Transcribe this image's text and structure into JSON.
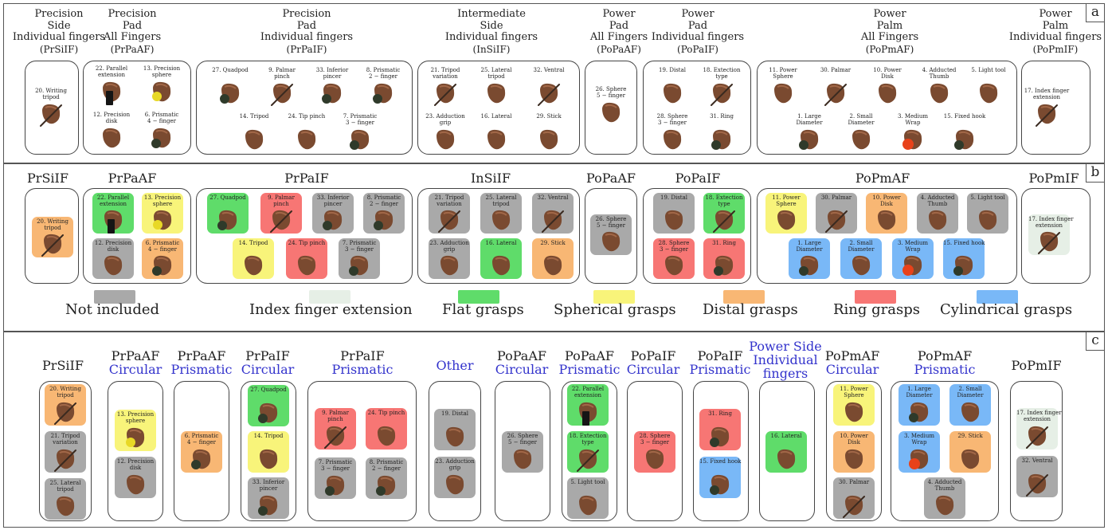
{
  "colors": {
    "not_included": "#a9a9a9",
    "index_ext": "#e6efe6",
    "flat": "#5fdc6a",
    "spherical": "#f8f47a",
    "distal": "#f8b774",
    "ring": "#f77674",
    "cylindrical": "#79b8f7",
    "blue_text": "#3333cc",
    "skin": "#7a4a30",
    "skin_light": "#a26848"
  },
  "panel_tags": {
    "a": "a",
    "b": "b",
    "c": "c"
  },
  "a": {
    "headers": [
      {
        "l1": "Precision",
        "l2": "Side",
        "l3": "Individual fingers",
        "acr": "(PrSiIF)"
      },
      {
        "l1": "Precision",
        "l2": "Pad",
        "l3": "All Fingers",
        "acr": "(PrPaAF)"
      },
      {
        "l1": "Precision",
        "l2": "Pad",
        "l3": "Individual fingers",
        "acr": "(PrPaIF)"
      },
      {
        "l1": "Intermediate",
        "l2": "Side",
        "l3": "Individual fingers",
        "acr": "(InSiIF)"
      },
      {
        "l1": "Power",
        "l2": "Pad",
        "l3": "All Fingers",
        "acr": "(PoPaAF)"
      },
      {
        "l1": "Power",
        "l2": "Pad",
        "l3": "Individual fingers",
        "acr": "(PoPaIF)"
      },
      {
        "l1": "Power",
        "l2": "Palm",
        "l3": "All Fingers",
        "acr": "(PoPmAF)"
      },
      {
        "l1": "Power",
        "l2": "Palm",
        "l3": "Individual  fingers",
        "acr": "(PoPmIF)"
      }
    ]
  },
  "b": {
    "headers": [
      "PrSiIF",
      "PrPaAF",
      "PrPaIF",
      "InSiIF",
      "PoPaAF",
      "PoPaIF",
      "PoPmAF",
      "PoPmIF"
    ],
    "legend": [
      {
        "label": "Not included",
        "color": "not_included"
      },
      {
        "label": "Index finger extension",
        "color": "index_ext"
      },
      {
        "label": "Flat grasps",
        "color": "flat"
      },
      {
        "label": "Spherical grasps",
        "color": "spherical"
      },
      {
        "label": "Distal grasps",
        "color": "distal"
      },
      {
        "label": "Ring grasps",
        "color": "ring"
      },
      {
        "label": "Cylindrical grasps",
        "color": "cylindrical"
      }
    ]
  },
  "c": {
    "headers": [
      {
        "l1": "PrSiIF",
        "l2": ""
      },
      {
        "l1": "PrPaAF",
        "l2": "Circular"
      },
      {
        "l1": "PrPaAF",
        "l2": "Prismatic"
      },
      {
        "l1": "PrPaIF",
        "l2": "Circular"
      },
      {
        "l1": "PrPaIF",
        "l2": "Prismatic"
      },
      {
        "l1": "",
        "l2": "Other"
      },
      {
        "l1": "PoPaAF",
        "l2": "Circular"
      },
      {
        "l1": "PoPaAF",
        "l2": "Prismatic"
      },
      {
        "l1": "PoPaIF",
        "l2": "Circular"
      },
      {
        "l1": "PoPaIF",
        "l2": "Prismatic"
      },
      {
        "l1": "",
        "l2": "Power Side\nIndividual\nfingers"
      },
      {
        "l1": "PoPmAF",
        "l2": "Circular"
      },
      {
        "l1": "PoPmAF",
        "l2": "Prismatic"
      },
      {
        "l1": "PoPmIF",
        "l2": ""
      }
    ]
  },
  "grasps": {
    "g1": "1. Large\nDiameter",
    "g2": "2. Small\nDiameter",
    "g3": "3. Medium\nWrap",
    "g4": "4. Adducted\nThumb",
    "g5": "5. Light tool",
    "g6": "6. Prismatic\n4 − finger",
    "g7": "7. Prismatic\n3 − finger",
    "g8": "8. Prismatic\n2 − finger",
    "g9": "9. Palmar\npinch",
    "g10": "10. Power\nDisk",
    "g11": "11. Power\nSphere",
    "g12": "12. Precision\ndisk",
    "g13": "13. Precision\nsphere",
    "g14": "14. Tripod",
    "g15": "15. Fixed hook",
    "g16": "16. Lateral",
    "g17": "17. Index finger\nextension",
    "g18": "18. Extection\ntype",
    "g19": "19. Distal",
    "g20": "20. Writing\ntripod",
    "g21": "21. Tripod\nvariation",
    "g22": "22. Parallel\nextension",
    "g23": "23. Adduction\ngrip",
    "g24": "24. Tip pinch",
    "g25": "25. Lateral\ntripod",
    "g26": "26. Sphere\n5 − finger",
    "g27": "27. Quadpod",
    "g28": "28. Sphere\n3 − finger",
    "g29": "29. Stick",
    "g30": "30. Palmar",
    "g31": "31. Ring",
    "g32": "32. Ventral",
    "g33": "33. Inferior\npincer"
  },
  "grasp_class": {
    "g1": "cylindrical",
    "g2": "cylindrical",
    "g3": "cylindrical",
    "g4": "not_included",
    "g5": "not_included",
    "g6": "distal",
    "g7": "not_included",
    "g8": "not_included",
    "g9": "ring",
    "g10": "distal",
    "g11": "spherical",
    "g12": "not_included",
    "g13": "spherical",
    "g14": "spherical",
    "g15": "cylindrical",
    "g16": "flat",
    "g17": "index_ext",
    "g18": "flat",
    "g19": "not_included",
    "g20": "distal",
    "g21": "not_included",
    "g22": "flat",
    "g23": "not_included",
    "g24": "ring",
    "g25": "not_included",
    "g26": "not_included",
    "g27": "flat",
    "g28": "ring",
    "g29": "distal",
    "g30": "not_included",
    "g31": "ring",
    "g32": "not_included",
    "g33": "not_included"
  },
  "hand_objects": {
    "g20": "pen",
    "g21": "pen",
    "g9": "pen",
    "g17": "pen",
    "g32": "pen",
    "g30": "pen",
    "g18": "pen",
    "g8": "dark",
    "g7": "dark",
    "g33": "dark",
    "g27": "dark",
    "g1": "dark",
    "g15": "dark",
    "g6": "dark",
    "g31": "dark",
    "g13": "yellow",
    "g3": "red",
    "g22": "black"
  }
}
